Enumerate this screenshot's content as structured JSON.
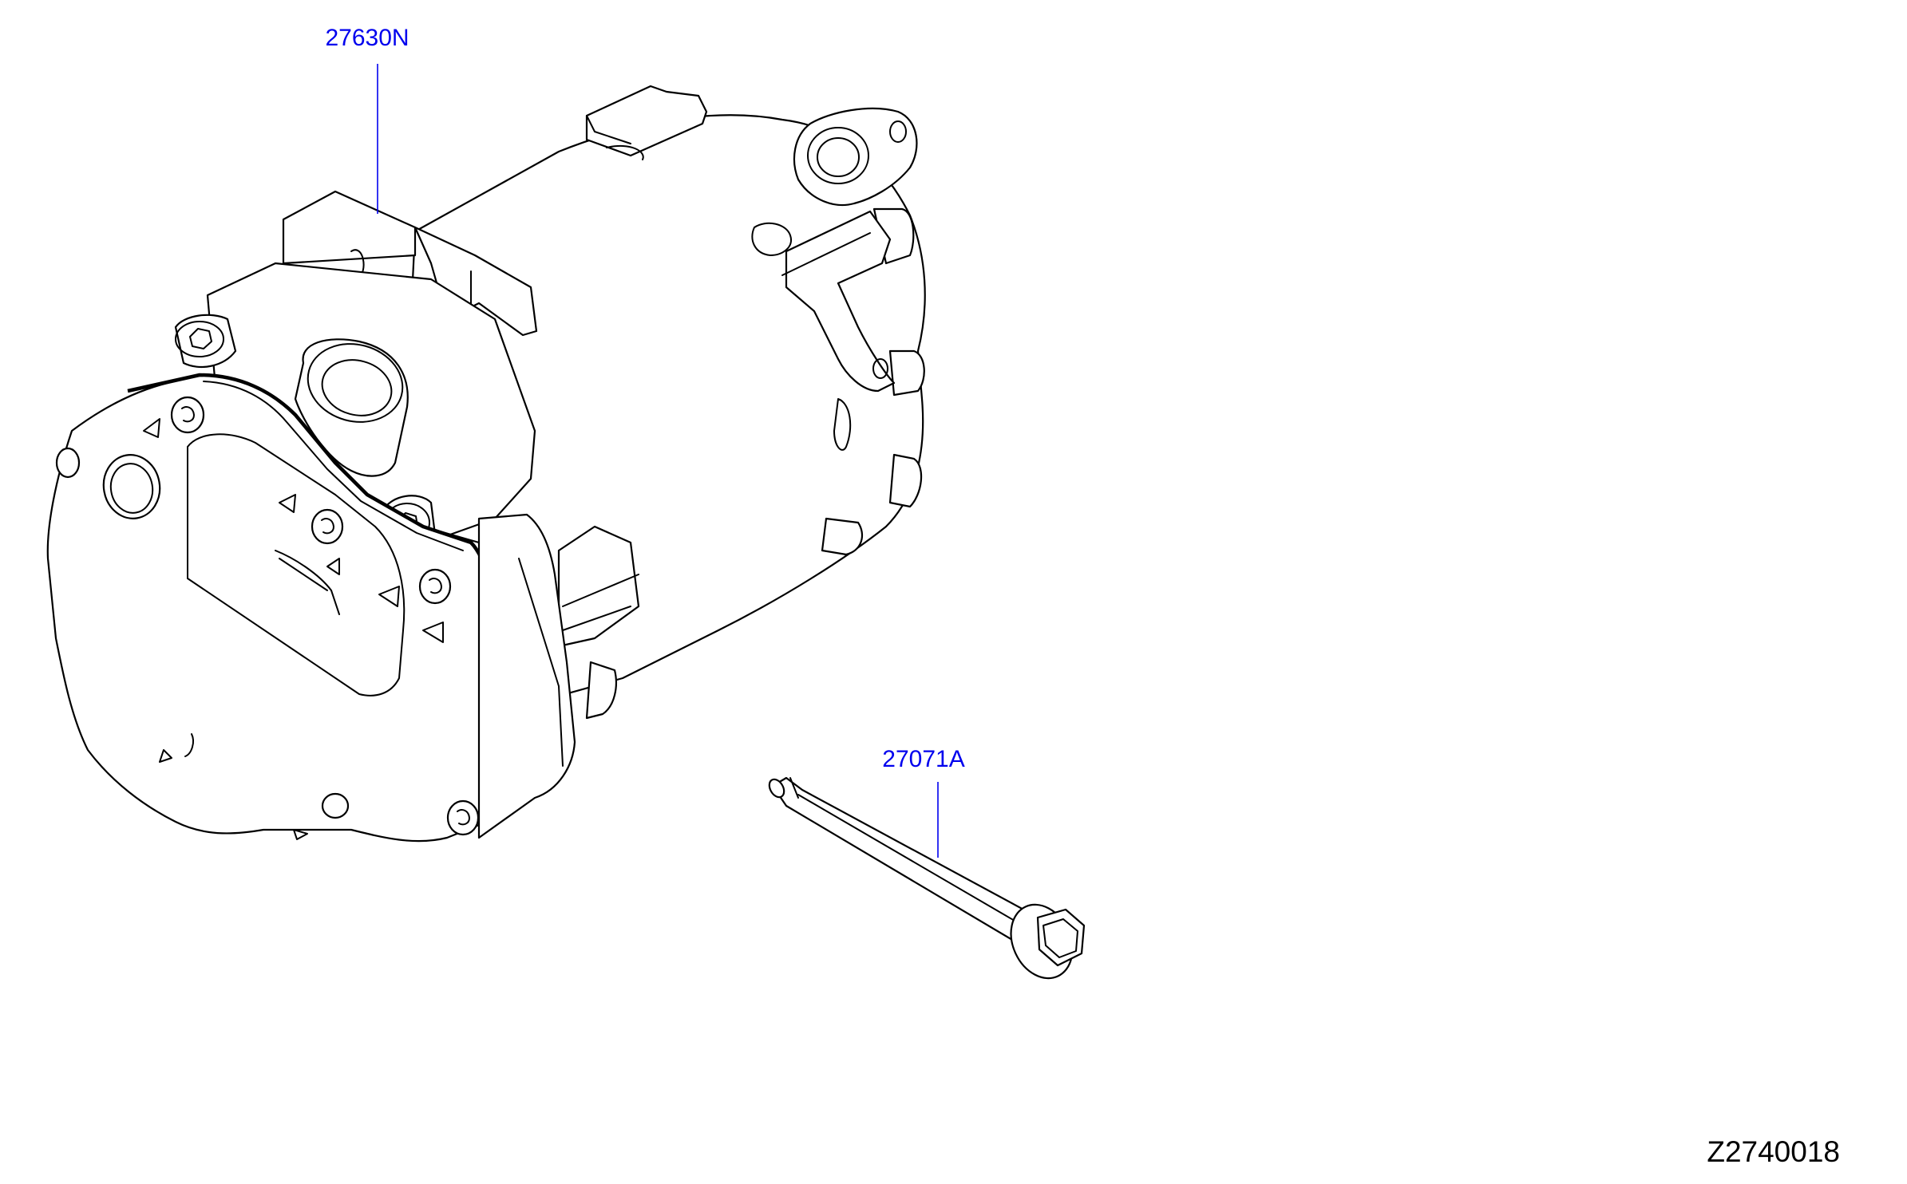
{
  "callouts": {
    "compressor": {
      "part_number": "27630N"
    },
    "bolt": {
      "part_number": "27071A"
    }
  },
  "illustration_code": "Z2740018",
  "colors": {
    "callout": "#0000ee",
    "line": "#000000",
    "background": "#ffffff"
  }
}
